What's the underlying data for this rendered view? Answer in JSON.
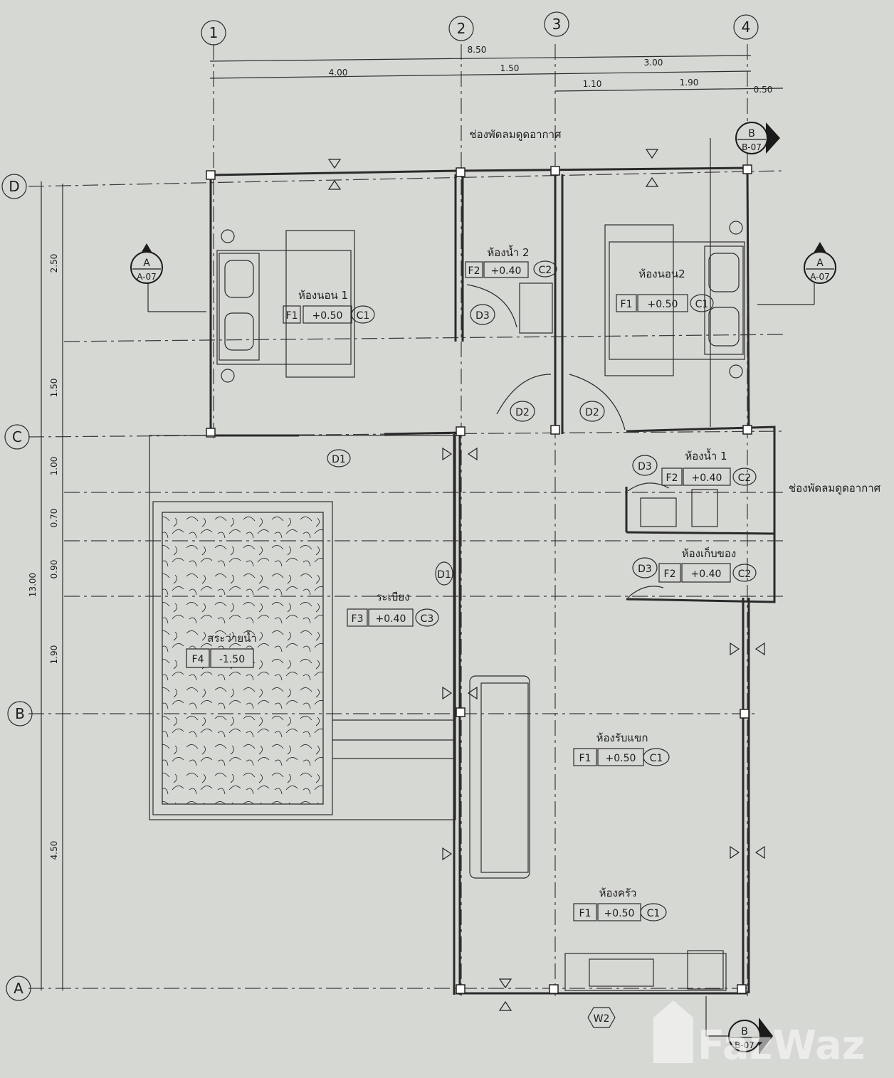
{
  "grid": {
    "cols": [
      "1",
      "2",
      "3",
      "4"
    ],
    "rows": [
      "D",
      "C",
      "B",
      "A"
    ]
  },
  "dims": {
    "total_width": "8.50",
    "top": [
      "4.00",
      "1.50",
      "3.00"
    ],
    "top_sub": [
      "1.10",
      "1.90",
      "0.50"
    ],
    "total_height": "13.00",
    "left": [
      "2.50",
      "1.50",
      "1.00",
      "0.70",
      "0.90",
      "1.90",
      "4.50"
    ]
  },
  "rooms": {
    "vent_top": "ช่องพัดลมดูดอากาศ",
    "vent_right": "ช่องพัดลมดูดอากาศ",
    "bedroom1": {
      "name": "ห้องนอน 1",
      "floor": "F1",
      "level": "+0.50",
      "ceiling": "C1"
    },
    "bath2": {
      "name": "ห้องน้ำ 2",
      "floor": "F2",
      "level": "+0.40",
      "ceiling": "C2"
    },
    "bedroom2": {
      "name": "ห้องนอน2",
      "floor": "F1",
      "level": "+0.50",
      "ceiling": "C1"
    },
    "bath1": {
      "name": "ห้องน้ำ 1",
      "floor": "F2",
      "level": "+0.40",
      "ceiling": "C2"
    },
    "storage": {
      "name": "ห้องเก็บของ",
      "floor": "F2",
      "level": "+0.40",
      "ceiling": "C2"
    },
    "terrace": {
      "name": "ระเบียง",
      "floor": "F3",
      "level": "+0.40",
      "ceiling": "C3"
    },
    "pool": {
      "name": "สระว่ายน้ำ",
      "floor": "F4",
      "level": "-1.50"
    },
    "living": {
      "name": "ห้องรับแขก",
      "floor": "F1",
      "level": "+0.50",
      "ceiling": "C1"
    },
    "kitchen": {
      "name": "ห้องครัว",
      "floor": "F1",
      "level": "+0.50",
      "ceiling": "C1"
    }
  },
  "doors": {
    "d1_top": "D1",
    "d1_mid": "D1",
    "d2_left": "D2",
    "d2_right": "D2",
    "d3_bath2": "D3",
    "d3_bath1": "D3",
    "d3_store": "D3",
    "w2": "W2"
  },
  "sections": {
    "a_left": {
      "top": "A",
      "bottom": "A-07"
    },
    "a_right": {
      "top": "A",
      "bottom": "A-07"
    },
    "b_top": {
      "top": "B",
      "bottom": "B-07"
    },
    "b_bottom": {
      "top": "B",
      "bottom": "B-07"
    }
  },
  "watermark": "FazWaz"
}
